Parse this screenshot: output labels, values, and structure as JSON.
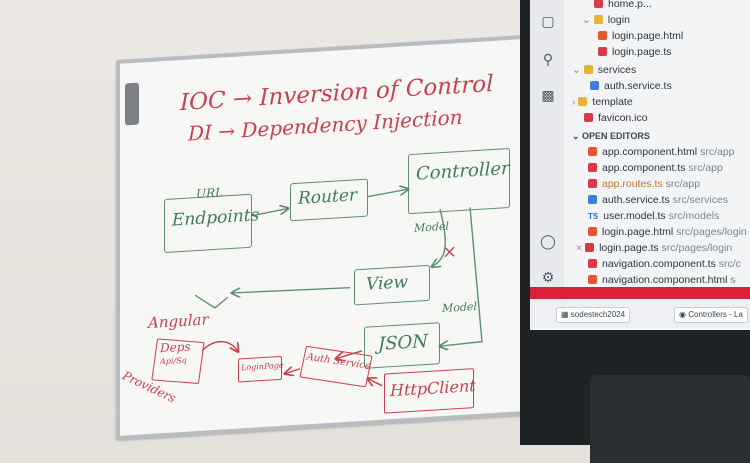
{
  "whiteboard": {
    "title_line1": "IOC → Inversion of Control",
    "title_line2": "DI → Dependency Injection",
    "boxes": {
      "endpoints_top": "URL",
      "endpoints": "Endpoints",
      "router": "Router",
      "controller": "Controller",
      "view": "View",
      "json": "JSON"
    },
    "labels": {
      "model_1": "Model",
      "model_2": "Model",
      "cross": "×"
    },
    "red_items": {
      "angular": "Angular",
      "deps": "Deps",
      "apis": "Api/Sq",
      "providers": "Providers",
      "login_page": "LoginPage",
      "auth_service": "Auth Service",
      "http_client": "HttpClient"
    }
  },
  "editor": {
    "files": [
      {
        "icon": "angular",
        "name": "home.p...",
        "sub": "",
        "indent": 26
      },
      {
        "icon": "folder",
        "name": "login",
        "sub": "",
        "indent": 14,
        "chevron": "⌄"
      },
      {
        "icon": "html",
        "name": "login.page.html",
        "sub": "",
        "indent": 26
      },
      {
        "icon": "angular",
        "name": "login.page.ts",
        "sub": "",
        "indent": 26
      },
      {
        "icon": "folder",
        "name": "services",
        "sub": "",
        "indent": 6,
        "chevron": "⌄"
      },
      {
        "icon": "svc",
        "name": "auth.service.ts",
        "sub": "",
        "indent": 18
      },
      {
        "icon": "folder",
        "name": "template",
        "sub": "",
        "indent": 6,
        "chevron": "›"
      },
      {
        "icon": "angular",
        "name": "favicon.ico",
        "sub": "",
        "indent": 6
      }
    ],
    "open_editors_label": "OPEN EDITORS",
    "open_editors": [
      {
        "icon": "html",
        "name": "app.component.html",
        "sub": "src/app"
      },
      {
        "icon": "angular",
        "name": "app.component.ts",
        "sub": "src/app"
      },
      {
        "icon": "angular",
        "name": "app.routes.ts",
        "sub": "src/app",
        "modified": true
      },
      {
        "icon": "svc",
        "name": "auth.service.ts",
        "sub": "src/services"
      },
      {
        "icon": "ts",
        "name": "user.model.ts",
        "sub": "src/models"
      },
      {
        "icon": "html",
        "name": "login.page.html",
        "sub": "src/pages/login"
      },
      {
        "icon": "angular",
        "name": "login.page.ts",
        "sub": "src/pages/login",
        "close": "×"
      },
      {
        "icon": "angular",
        "name": "navigation.component.ts",
        "sub": "src/c"
      },
      {
        "icon": "html",
        "name": "navigation.component.html",
        "sub": "s"
      }
    ],
    "bottom": {
      "branch": "sodestech2024",
      "tab": "Controllers - La"
    }
  }
}
